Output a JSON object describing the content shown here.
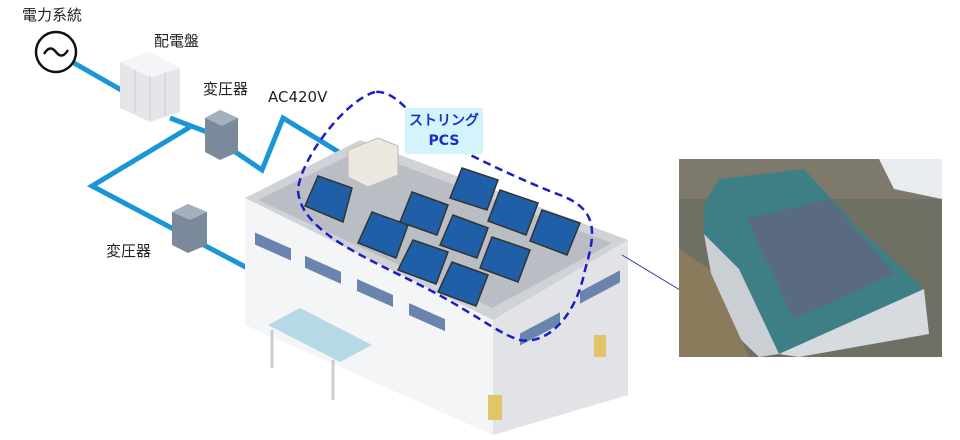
{
  "diagram": {
    "labels": {
      "grid": "電力系統",
      "switchboard": "配電盤",
      "transformer_top": "変圧器",
      "transformer_bottom": "変圧器",
      "voltage": "AC420V",
      "pcs_line1": "ストリング",
      "pcs_line2": "PCS"
    },
    "icons": {
      "ac_source": "~"
    },
    "colors": {
      "cable": "#1a96d6",
      "dashed_outline": "#1a1ec8",
      "pcs_box_bg": "#d4f4fb",
      "pcs_text": "#1a2bd0",
      "panel": "#1f5fa8",
      "building_wall": "#eef0f3",
      "roof": "#c9ccd1",
      "window": "#6b84ad"
    }
  }
}
